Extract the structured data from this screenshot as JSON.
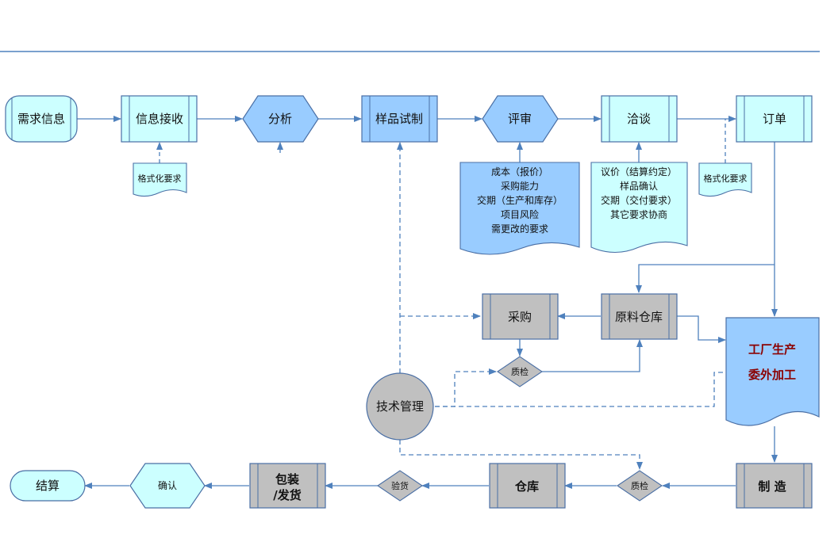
{
  "colors": {
    "light_fill": "#ccffff",
    "blue_fill": "#99ccff",
    "gray_fill": "#c0c0c0",
    "stroke": "#4a6fa5",
    "arrow": "#4f81bd",
    "title_rule": "#4f81bd",
    "highlight_text": "#8b0000"
  },
  "nodes": {
    "demand_info": "需求信息",
    "info_receive": "信息接收",
    "format_req_1": "格式化要求",
    "analysis": "分析",
    "sample_trial": "样品试制",
    "review": "评审",
    "review_notes": [
      "成本（报价）",
      "采购能力",
      "交期（生产和库存）",
      "项目风险",
      "需更改的要求"
    ],
    "negotiation": "洽谈",
    "negotiation_notes": [
      "议价（结算约定）",
      "样品确认",
      "交期（交付要求）",
      "其它要求协商"
    ],
    "order": "订单",
    "format_req_2": "格式化要求",
    "purchase": "采购",
    "raw_warehouse": "原料仓库",
    "qc_1": "质检",
    "tech_mgmt": "技术管理",
    "factory_lines": [
      "工厂生产",
      "委外加工"
    ],
    "settlement": "结算",
    "confirm": "确认",
    "pack_lines": [
      "包装",
      "/发货"
    ],
    "inspection": "验货",
    "warehouse": "仓库",
    "qc_2": "质检",
    "manufacture": "制 造"
  }
}
